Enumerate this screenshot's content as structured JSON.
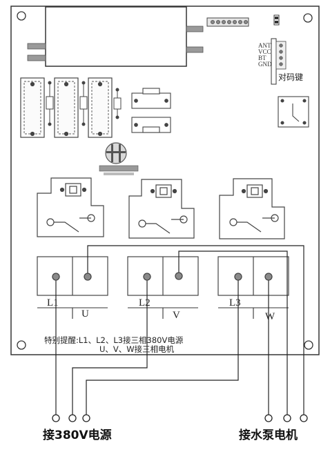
{
  "connector_label": "对码键",
  "antenna_pins": [
    "ANT",
    "VCC",
    "BT",
    "GND"
  ],
  "terminals": {
    "input_labels": [
      "L1",
      "L2",
      "L3"
    ],
    "output_labels": [
      "U",
      "V",
      "W"
    ]
  },
  "notice": {
    "line1": "特别提醒:L1、L2、L3接三相380V电源",
    "line2": "U、V、W接三相电机"
  },
  "bottom_labels": {
    "power": "接380V电源",
    "motor": "接水泵电机"
  },
  "colors": {
    "board_outline": "#333333",
    "component": "#555555",
    "wire": "#222222",
    "terminal_screw": "#8a8a8a",
    "background": "#ffffff"
  }
}
